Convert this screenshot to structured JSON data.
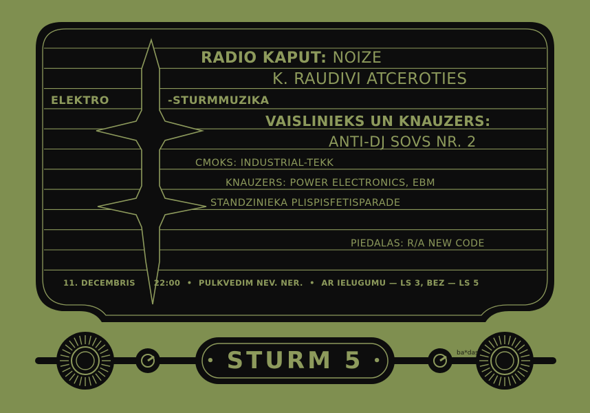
{
  "colors": {
    "background": "#7f8f50",
    "panel": "#0d0d0d",
    "text": "#8d9a5c",
    "lines": "#8d9a5c"
  },
  "program": {
    "line1_bold": "RADIO KAPUT:",
    "line1_rest": "NOIZE",
    "line2": "K. RAUDIVI ATCEROTIES",
    "line3_left": "ELEKTRO",
    "line3_right": "-STURMMUZIKA",
    "line4": "VAISLINIEKS UN KNAUZERS:",
    "line5": "ANTI-DJ SOVS NR. 2",
    "line6": "CMOKS: INDUSTRIAL-TEKK",
    "line7": "KNAUZERS: POWER ELECTRONICS, EBM",
    "line8": "STANDZINIEKA PLISPISFETISPARADE",
    "line9": "PIEDALAS: R/A NEW CODE"
  },
  "footer": {
    "date": "11. DECEMBRIS",
    "time": "22:00",
    "venue": "PULKVEDIM NEV. NER.",
    "price": "AR IELUGUMU — LS 3, BEZ — LS 5",
    "separator": "•"
  },
  "dial": {
    "title_left_dot": "•",
    "title": "STURM 5",
    "title_right_dot": "•",
    "credit": "ba*das"
  },
  "icons": [
    "lightning-spire-icon",
    "left-speaker-icon",
    "right-speaker-icon",
    "left-knob-icon",
    "right-knob-icon"
  ]
}
